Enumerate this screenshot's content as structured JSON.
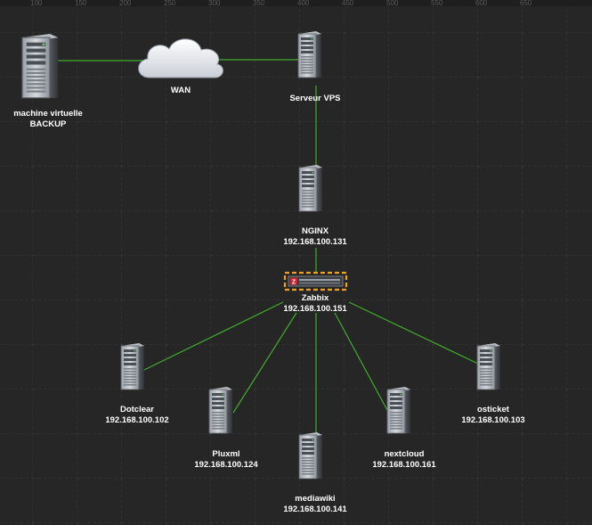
{
  "colors": {
    "background": "#262626",
    "grid": "#3c3c3c",
    "link": "#3fae2a",
    "label": "#ffffff",
    "selection": "#f0a020"
  },
  "ruler_labels": [
    "100",
    "150",
    "200",
    "250",
    "300",
    "350",
    "400",
    "450",
    "500",
    "550",
    "600",
    "650"
  ],
  "diagram": {
    "nodes": [
      {
        "id": "backup",
        "icon": "server-tower-icon",
        "lines": [
          "machine virtuelle",
          "BACKUP"
        ]
      },
      {
        "id": "wan",
        "icon": "cloud-icon",
        "lines": [
          "WAN"
        ]
      },
      {
        "id": "vps",
        "icon": "server-tower-icon",
        "lines": [
          "Serveur VPS"
        ]
      },
      {
        "id": "nginx",
        "icon": "server-tower-icon",
        "lines": [
          "NGINX",
          "192.168.100.131"
        ]
      },
      {
        "id": "zabbix",
        "icon": "zabbix-switch-icon",
        "lines": [
          "Zabbix",
          "192.168.100.151"
        ]
      },
      {
        "id": "dotclear",
        "icon": "server-tower-icon",
        "lines": [
          "Dotclear",
          "192.168.100.102"
        ]
      },
      {
        "id": "pluxml",
        "icon": "server-tower-icon",
        "lines": [
          "Pluxml",
          "192.168.100.124"
        ]
      },
      {
        "id": "mediawiki",
        "icon": "server-tower-icon",
        "lines": [
          "mediawiki",
          "192.168.100.141"
        ]
      },
      {
        "id": "nextcloud",
        "icon": "server-tower-icon",
        "lines": [
          "nextcloud",
          "192.168.100.161"
        ]
      },
      {
        "id": "osticket",
        "icon": "server-tower-icon",
        "lines": [
          "osticket",
          "192.168.100.103"
        ]
      }
    ],
    "edges": [
      [
        "backup",
        "wan"
      ],
      [
        "wan",
        "vps"
      ],
      [
        "vps",
        "nginx"
      ],
      [
        "nginx",
        "zabbix"
      ],
      [
        "zabbix",
        "dotclear"
      ],
      [
        "zabbix",
        "pluxml"
      ],
      [
        "zabbix",
        "mediawiki"
      ],
      [
        "zabbix",
        "nextcloud"
      ],
      [
        "zabbix",
        "osticket"
      ]
    ],
    "selected": "zabbix"
  }
}
